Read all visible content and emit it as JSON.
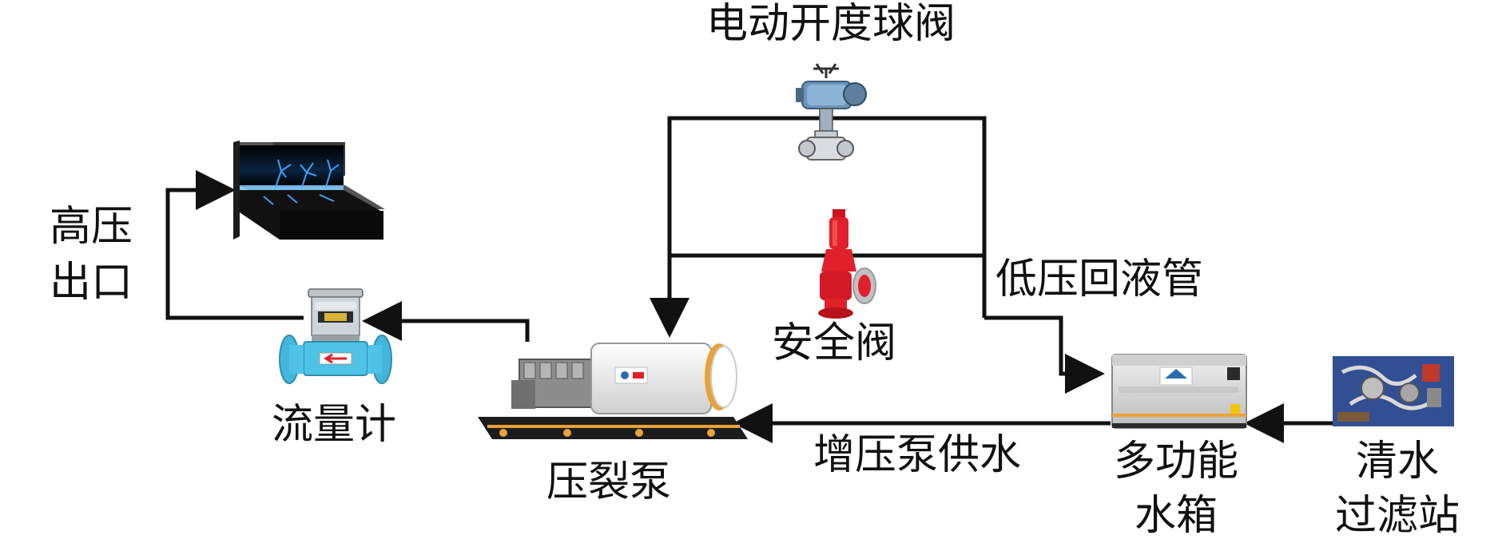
{
  "labels": {
    "electric_valve": "电动开度球阀",
    "high_pressure_outlet_line1": "高压",
    "high_pressure_outlet_line2": "出口",
    "low_pressure_return": "低压回液管",
    "safety_valve": "安全阀",
    "flow_meter": "流量计",
    "frac_pump": "压裂泵",
    "boost_supply": "增压泵供水",
    "water_tank_line1": "多功能",
    "water_tank_line2": "水箱",
    "filter_station_line1": "清水",
    "filter_station_line2": "过滤站"
  },
  "colors": {
    "line": "#111111",
    "valve_body": "#7fa8c9",
    "safety_valve": "#e0202a",
    "flow_meter": "#4fc3e6",
    "pump_body": "#f2f2f2",
    "pump_accent": "#e8a23a",
    "tank_body": "#dcdcdc",
    "well_box": "#1a1a1a",
    "crack_blue": "#3fa7ff"
  },
  "icons": {
    "well": "fractured-rock-well-icon",
    "electric_valve": "electric-ball-valve-icon",
    "safety_valve": "safety-valve-icon",
    "flow_meter": "flow-meter-icon",
    "frac_pump": "frac-pump-skid-icon",
    "water_tank": "multi-function-water-tank-icon",
    "filter_station": "filter-station-icon"
  }
}
